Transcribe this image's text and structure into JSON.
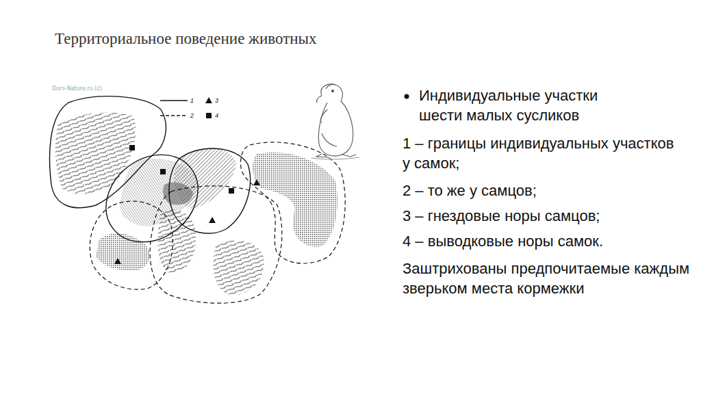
{
  "diagram": {
    "title": "Территориальное поведение животных",
    "labels": [
      "Ours-Nature.ru (c)",
      "Индивидуальные участки шести малых сусликов",
      "1 – границы индивидуальных участков у самок;",
      "2  – то же у самцов;",
      "3  – гнездовые норы самцов;",
      "4 – выводковые норы самок.",
      "Заштрихованы предпочитаемые каждым зверьком места кормежки"
    ],
    "legend": [
      {
        "text": "1"
      },
      {
        "text": "3"
      },
      {
        "text": "2"
      },
      {
        "text": "4"
      }
    ]
  }
}
